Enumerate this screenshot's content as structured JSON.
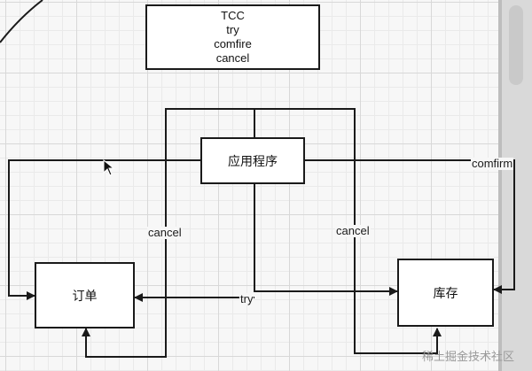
{
  "tcc_box": {
    "lines": [
      "TCC",
      "try",
      "comfire",
      "cancel"
    ]
  },
  "nodes": {
    "application": "应用程序",
    "order": "订单",
    "inventory": "库存"
  },
  "edges": {
    "cancel_left": "cancel",
    "cancel_right": "cancel",
    "try": "try",
    "confirm": "comfirm"
  },
  "watermark": "稀土掘金技术社区",
  "colors": {
    "line": "#1a1a1a",
    "grid": "#d8d8d8",
    "box_fill": "#ffffff"
  }
}
